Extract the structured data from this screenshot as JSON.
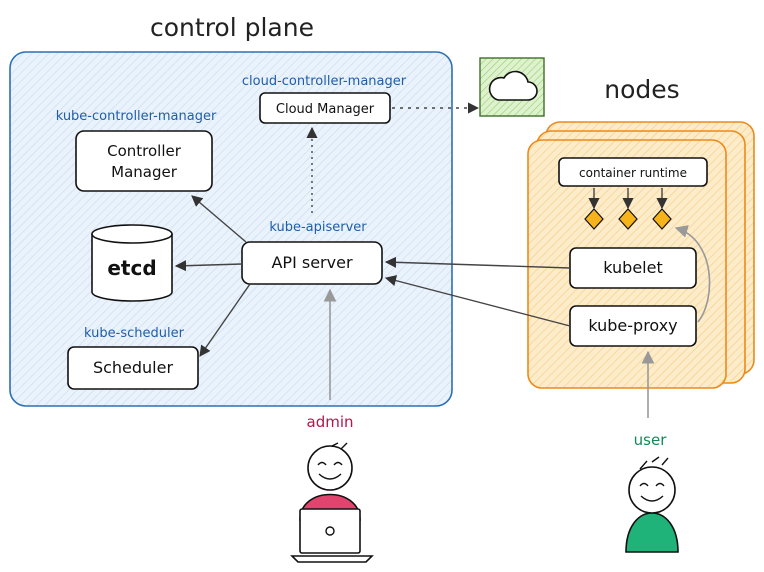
{
  "control_plane": {
    "title": "control plane",
    "cloud_controller_manager_label": "cloud-controller-manager",
    "cloud_manager": "Cloud Manager",
    "kube_controller_manager_label": "kube-controller-manager",
    "controller_manager_line1": "Controller",
    "controller_manager_line2": "Manager",
    "etcd": "etcd",
    "kube_apiserver_label": "kube-apiserver",
    "api_server": "API server",
    "kube_scheduler_label": "kube-scheduler",
    "scheduler": "Scheduler"
  },
  "nodes": {
    "title": "nodes",
    "container_runtime": "container runtime",
    "kubelet": "kubelet",
    "kube_proxy": "kube-proxy"
  },
  "actors": {
    "admin": "admin",
    "user": "user"
  },
  "icons": [
    "cloud-icon",
    "database-icon",
    "admin-person-icon",
    "user-person-icon",
    "laptop-icon",
    "container-diamond-icon"
  ],
  "colors": {
    "control_plane_fill": "#e8f1fb",
    "control_plane_stroke": "#2d6fb5",
    "nodes_fill": "#fde9c7",
    "nodes_stroke": "#ec8a1a",
    "label_blue": "#1f5ea8",
    "admin_color": "#e0446f",
    "admin_label": "#b3164a",
    "user_color": "#1fb37a",
    "user_label": "#128a55",
    "diamond": "#f6b41a",
    "cloud_fill": "#d9f0c6"
  }
}
